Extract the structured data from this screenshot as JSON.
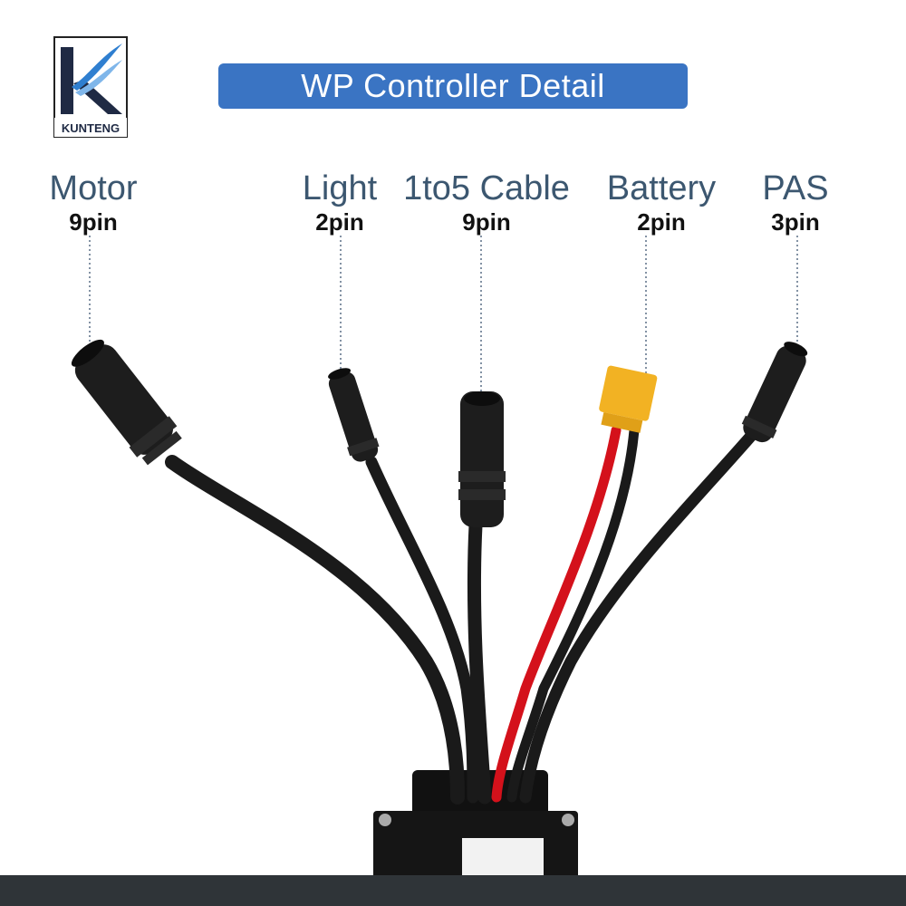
{
  "brand": {
    "logo_text": "KUNTENG",
    "logo_icon": "kunteng-k-logo-icon"
  },
  "title": "WP Controller Detail",
  "colors": {
    "title_bg": "#3a74c3",
    "label_name": "#3c5770",
    "label_pins": "#111111",
    "cable_black": "#1a1a1a",
    "cable_red": "#d4111b",
    "xt_connector": "#f2b223",
    "footer_band": "#2f3438"
  },
  "connectors": [
    {
      "name": "Motor",
      "pins": "9pin"
    },
    {
      "name": "Light",
      "pins": "2pin"
    },
    {
      "name": "1to5 Cable",
      "pins": "9pin"
    },
    {
      "name": "Battery",
      "pins": "2pin"
    },
    {
      "name": "PAS",
      "pins": "3pin"
    }
  ]
}
